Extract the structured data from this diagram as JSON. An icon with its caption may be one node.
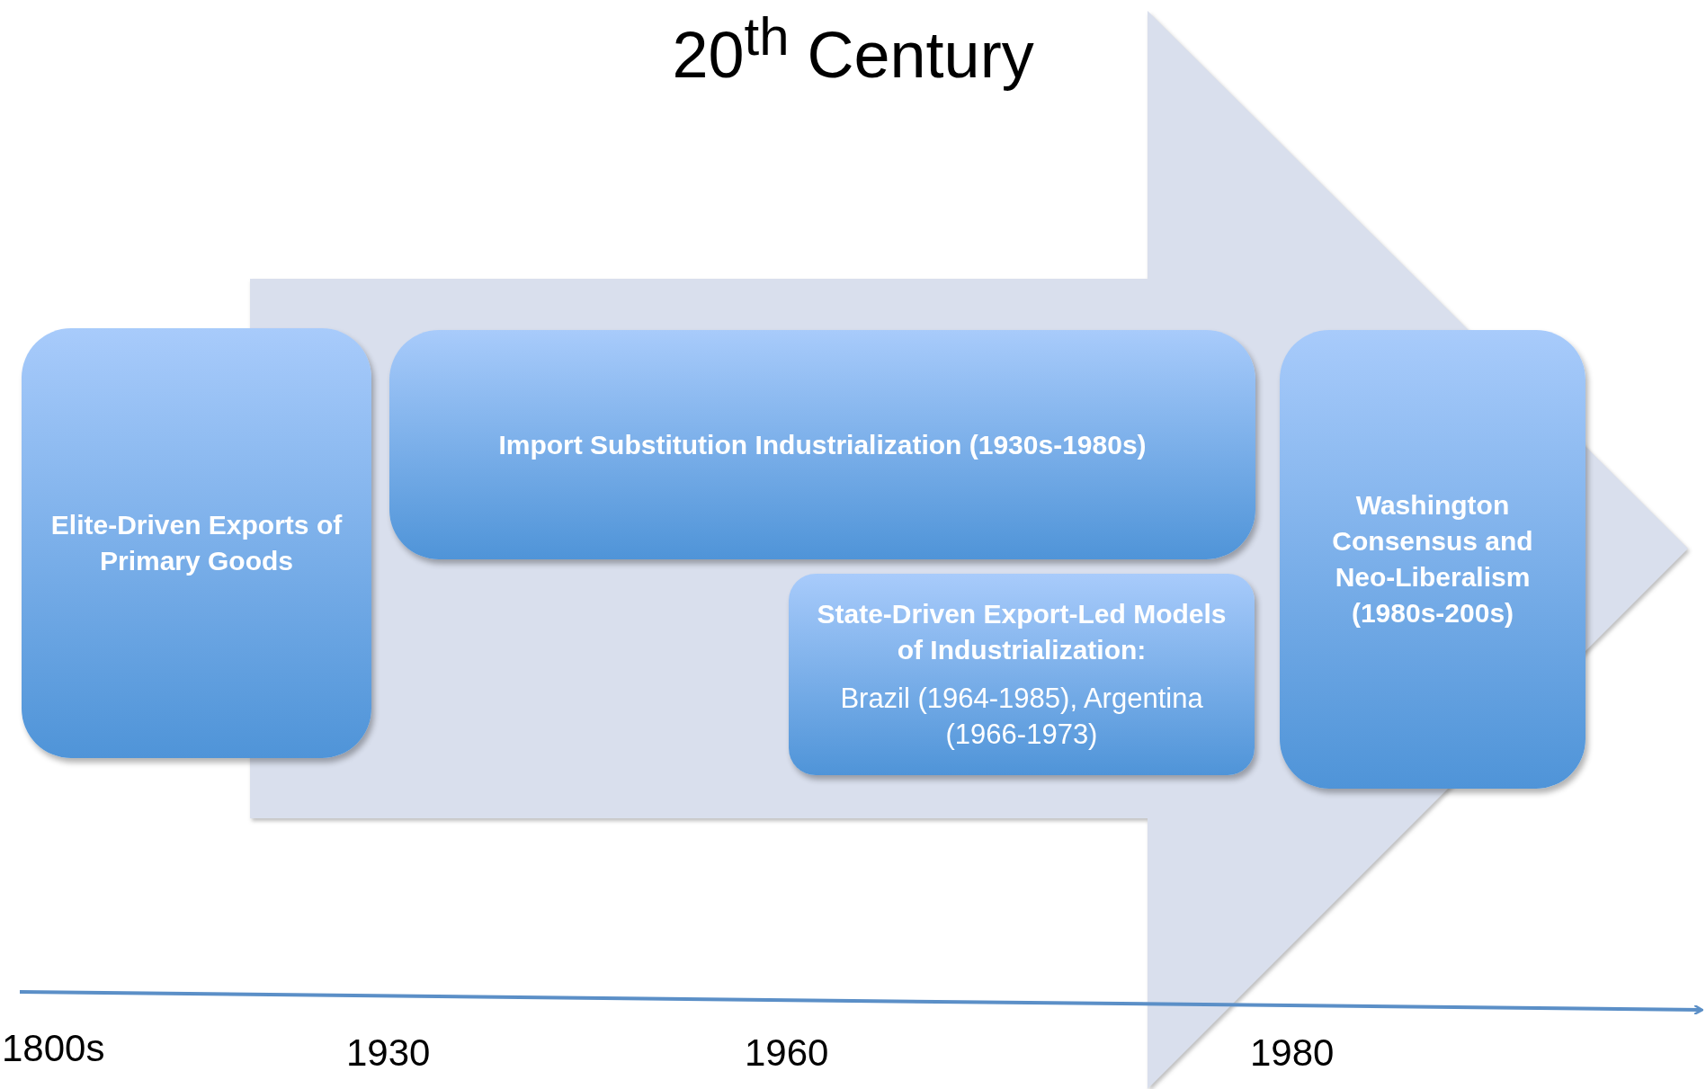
{
  "diagram": {
    "title": "20$^{th}$ Century",
    "nodes": [
      {
        "text": [
          "Elite-Driven Exports of Primary Goods"
        ]
      },
      {
        "text": [
          "Import Substitution Industrialization (1930s-1980s)"
        ]
      },
      {
        "text": [
          "State-Driven Export-Led Models of Industrialization:",
          "Brazil (1964-1985), Argentina (1966-1973)"
        ]
      },
      {
        "text": [
          "Washington Consensus and Neo-Liberalism (1980s-200s)"
        ]
      }
    ],
    "labels": [
      "1800s",
      "1930",
      "1960",
      "1980"
    ]
  }
}
